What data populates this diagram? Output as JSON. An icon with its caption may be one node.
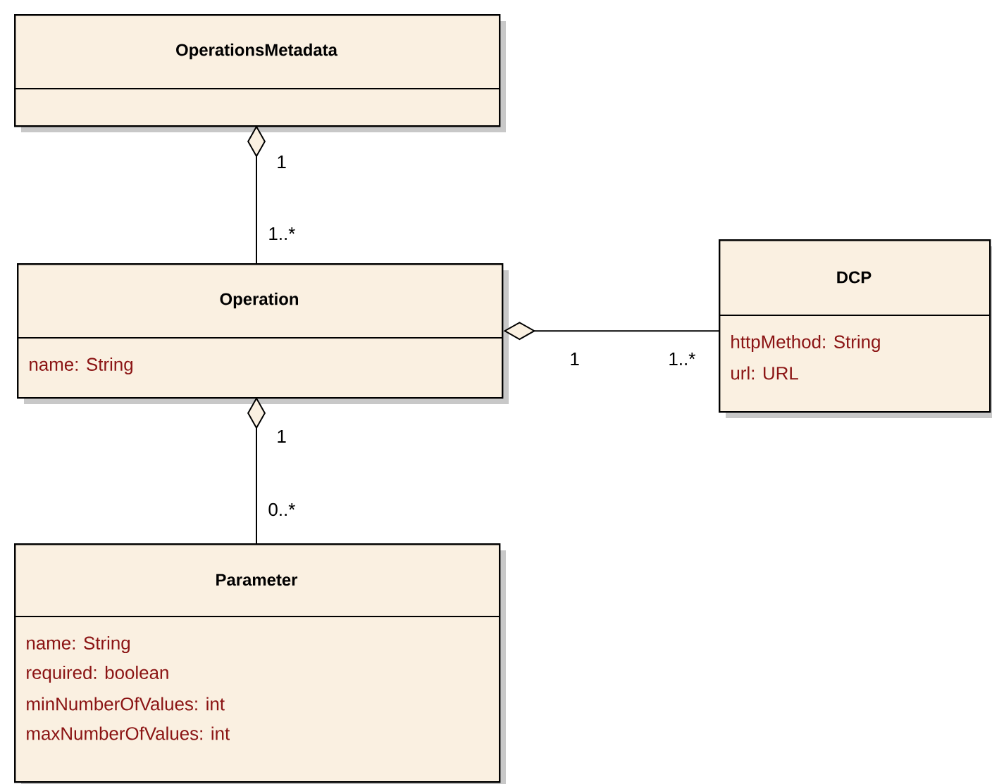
{
  "diagram": {
    "nodes": [
      {
        "text": [
          "OperationsMetadata"
        ]
      },
      {
        "text": [
          "Operation",
          "name: String"
        ]
      },
      {
        "text": [
          "DCP",
          "httpMethod: String",
          "url: URL"
        ]
      },
      {
        "text": [
          "Parameter",
          "name: String",
          "required: boolean",
          "minNumberOfValues: int",
          "maxNumberOfValues: int"
        ]
      }
    ],
    "edges": [
      {
        "from": 0,
        "to": 1,
        "arrow": "other"
      },
      {
        "from": 1,
        "to": 2,
        "arrow": "other"
      },
      {
        "from": 1,
        "to": 3,
        "arrow": "other"
      }
    ],
    "labels": [
      "1",
      "1..*",
      "1",
      "1..*",
      "1",
      "0..*"
    ]
  }
}
